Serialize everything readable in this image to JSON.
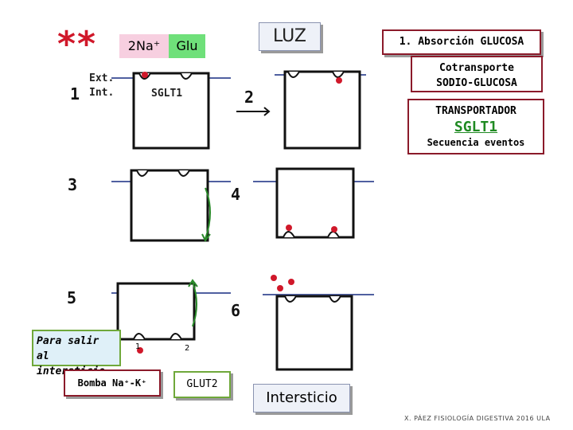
{
  "stars": "**",
  "luz": "LUZ",
  "title": "1. Absorción GLUCOSA",
  "cotransporte": [
    "Cotransporte",
    "SODIO-GLUCOSA"
  ],
  "transportador": {
    "line1": "TRANSPORTADOR",
    "line2": "SGLT1",
    "line3": "Secuencia eventos"
  },
  "na_label": "2Na⁺",
  "glu_label": "Glu",
  "ext_label": "Ext.",
  "int_label": "Int.",
  "sglt1_label": "SGLT1",
  "steps": [
    "1",
    "2",
    "3",
    "4",
    "5",
    "6"
  ],
  "para_salir": [
    "Para salir",
    "al intersticio"
  ],
  "bomba": "Bomba Na⁺-K⁺",
  "glut2": "GLUT2",
  "intersticio": "Intersticio",
  "small_marks": [
    "1",
    "2"
  ],
  "credit": "X. PÁEZ  FISIOLOGÍA DIGESTIVA 2016  ULA",
  "colors": {
    "accent": "#8b1a2a",
    "membrane": "#5060a0",
    "sodium": "#d0182a",
    "glucose_box": "#6fe07a",
    "sodium_box": "#f7cfe0"
  }
}
